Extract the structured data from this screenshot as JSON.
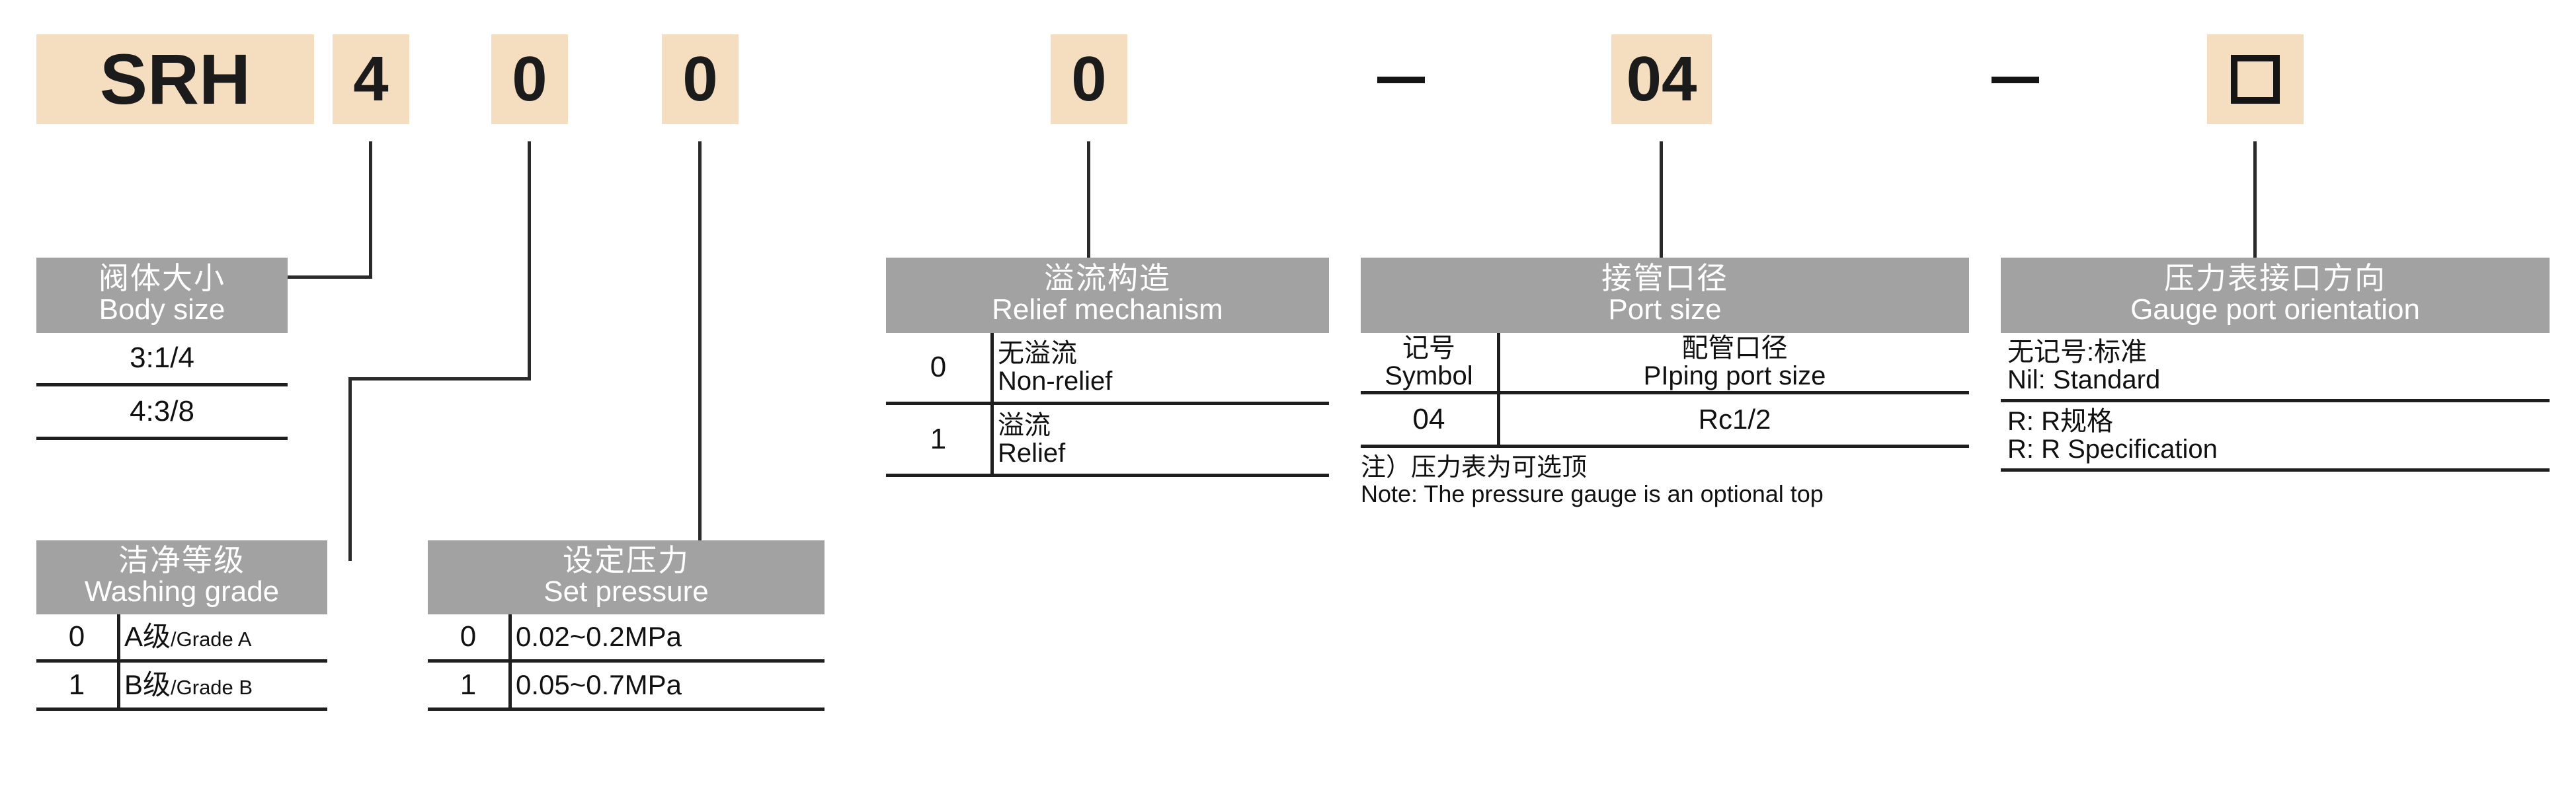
{
  "model_code": {
    "segments": [
      {
        "name": "series",
        "value": "SRH"
      },
      {
        "name": "body-size",
        "value": "4"
      },
      {
        "name": "washing-grade",
        "value": "0"
      },
      {
        "name": "set-pressure",
        "value": "0"
      },
      {
        "name": "relief-mechanism",
        "value": "0"
      },
      {
        "name": "separator-1",
        "value": "—"
      },
      {
        "name": "port-size",
        "value": "04"
      },
      {
        "name": "separator-2",
        "value": "—"
      },
      {
        "name": "gauge-port-orientation",
        "value": "□"
      }
    ],
    "box_color": "#F5DEC0",
    "text_color": "#1b1b1b"
  },
  "sections": {
    "body_size": {
      "title_cn": "阀体大小",
      "title_en": "Body size",
      "rows": [
        {
          "value": "3:1/4"
        },
        {
          "value": "4:3/8"
        }
      ]
    },
    "washing_grade": {
      "title_cn": "洁净等级",
      "title_en": "Washing grade",
      "rows": [
        {
          "symbol": "0",
          "cn": "A级",
          "en": "/Grade A"
        },
        {
          "symbol": "1",
          "cn": "B级",
          "en": "/Grade B"
        }
      ]
    },
    "set_pressure": {
      "title_cn": "设定压力",
      "title_en": "Set pressure",
      "rows": [
        {
          "symbol": "0",
          "value": "0.02~0.2MPa"
        },
        {
          "symbol": "1",
          "value": "0.05~0.7MPa"
        }
      ]
    },
    "relief_mechanism": {
      "title_cn": "溢流构造",
      "title_en": "Relief mechanism",
      "rows": [
        {
          "symbol": "0",
          "cn": "无溢流",
          "en": "Non-relief"
        },
        {
          "symbol": "1",
          "cn": "溢流",
          "en": "Relief"
        }
      ]
    },
    "port_size": {
      "title_cn": "接管口径",
      "title_en": "Port size",
      "header_row": {
        "symbol_cn": "记号",
        "symbol_en": "Symbol",
        "desc_cn": "配管口径",
        "desc_en": "PIping port size"
      },
      "rows": [
        {
          "symbol": "04",
          "value": "Rc1/2"
        }
      ],
      "note_cn": "注）压力表为可选顶",
      "note_en": "Note: The pressure gauge is an optional top"
    },
    "gauge_port_orientation": {
      "title_cn": "压力表接口方向",
      "title_en": "Gauge port orientation",
      "rows": [
        {
          "cn": "无记号:标准",
          "en": "Nil: Standard"
        },
        {
          "cn": "R: R规格",
          "en": "R: R Specification"
        }
      ]
    }
  },
  "colors": {
    "header_gray": "#A2A2A2",
    "code_beige": "#F5DEC0",
    "line_black": "#1e1e1e"
  }
}
